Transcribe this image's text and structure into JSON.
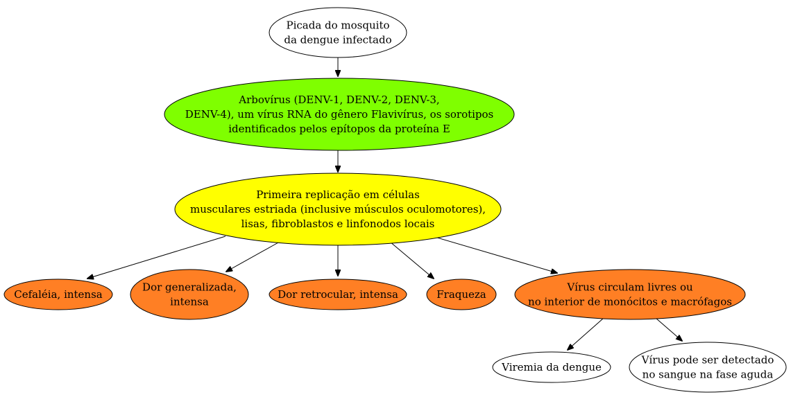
{
  "colors": {
    "white": "#ffffff",
    "green": "#7fff00",
    "yellow": "#ffff00",
    "orange": "#ff7f24"
  },
  "nodes": {
    "bite": {
      "lines": [
        "Picada do mosquito",
        "da dengue infectado"
      ],
      "color": "white"
    },
    "arbovirus": {
      "lines": [
        "Arbovírus (DENV-1, DENV-2, DENV-3,",
        "DENV-4), um vírus RNA do gênero Flavivírus, os sorotipos",
        "identificados pelos epítopos da proteína E"
      ],
      "color": "green"
    },
    "replication": {
      "lines": [
        "Primeira replicação em células",
        "musculares estriada (inclusive músculos oculomotores),",
        "lisas, fibroblastos e linfonodos locais"
      ],
      "color": "yellow"
    },
    "headache": {
      "lines": [
        "Cefaléia, intensa"
      ],
      "color": "orange"
    },
    "generalized_pain": {
      "lines": [
        "Dor generalizada,",
        "intensa"
      ],
      "color": "orange"
    },
    "retro_ocular": {
      "lines": [
        "Dor retrocular, intensa"
      ],
      "color": "orange"
    },
    "weakness": {
      "lines": [
        "Fraqueza"
      ],
      "color": "orange"
    },
    "circulating": {
      "lines": [
        "Vírus circulam livres ou",
        "no interior de monócitos e macrófagos"
      ],
      "color": "orange"
    },
    "viremia": {
      "lines": [
        "Viremia da dengue"
      ],
      "color": "white"
    },
    "detected": {
      "lines": [
        "Vírus pode ser detectado",
        "no sangue na fase aguda"
      ],
      "color": "white"
    }
  },
  "edges": [
    [
      "bite",
      "arbovirus"
    ],
    [
      "arbovirus",
      "replication"
    ],
    [
      "replication",
      "headache"
    ],
    [
      "replication",
      "generalized_pain"
    ],
    [
      "replication",
      "retro_ocular"
    ],
    [
      "replication",
      "weakness"
    ],
    [
      "replication",
      "circulating"
    ],
    [
      "circulating",
      "viremia"
    ],
    [
      "circulating",
      "detected"
    ]
  ]
}
